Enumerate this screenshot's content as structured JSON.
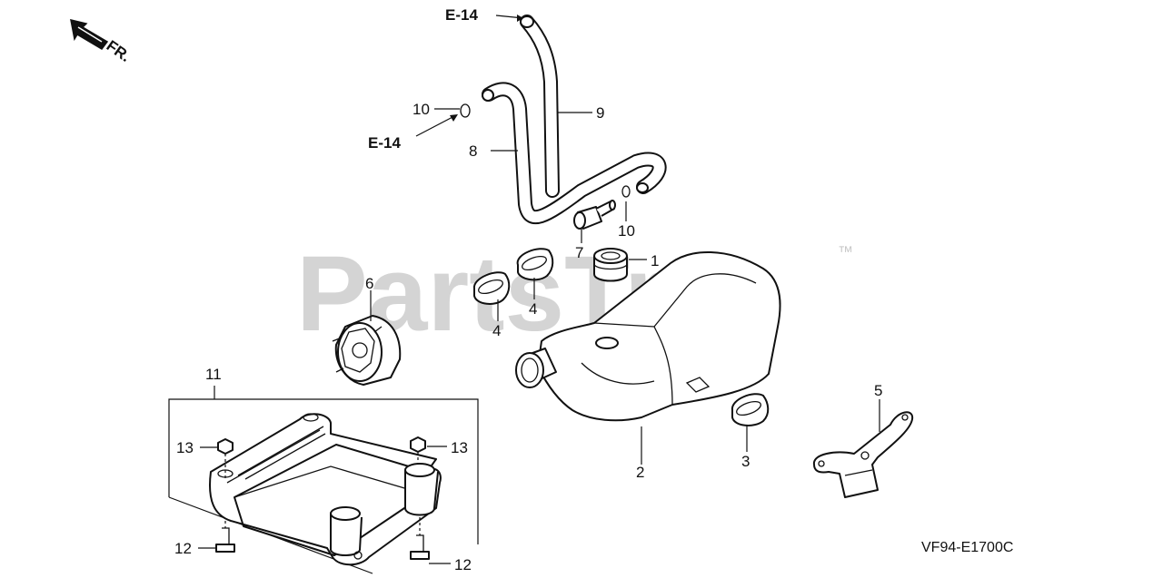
{
  "watermark": {
    "text": "PartsTree",
    "trademark": "™"
  },
  "direction_marker": {
    "label": "FR.",
    "icon": "front-direction-arrow-icon"
  },
  "references": [
    {
      "id": "ref-top",
      "text": "E-14"
    },
    {
      "id": "ref-left",
      "text": "E-14"
    }
  ],
  "callouts": {
    "c1": "1",
    "c2": "2",
    "c3": "3",
    "c4a": "4",
    "c4b": "4",
    "c5": "5",
    "c6": "6",
    "c7": "7",
    "c8": "8",
    "c9": "9",
    "c10a": "10",
    "c10b": "10",
    "c11": "11",
    "c12a": "12",
    "c12b": "12",
    "c13a": "13",
    "c13b": "13"
  },
  "diagram_code": "VF94-E1700C",
  "colors": {
    "line": "#111111",
    "watermark": "#d4d4d4",
    "background": "#ffffff"
  }
}
